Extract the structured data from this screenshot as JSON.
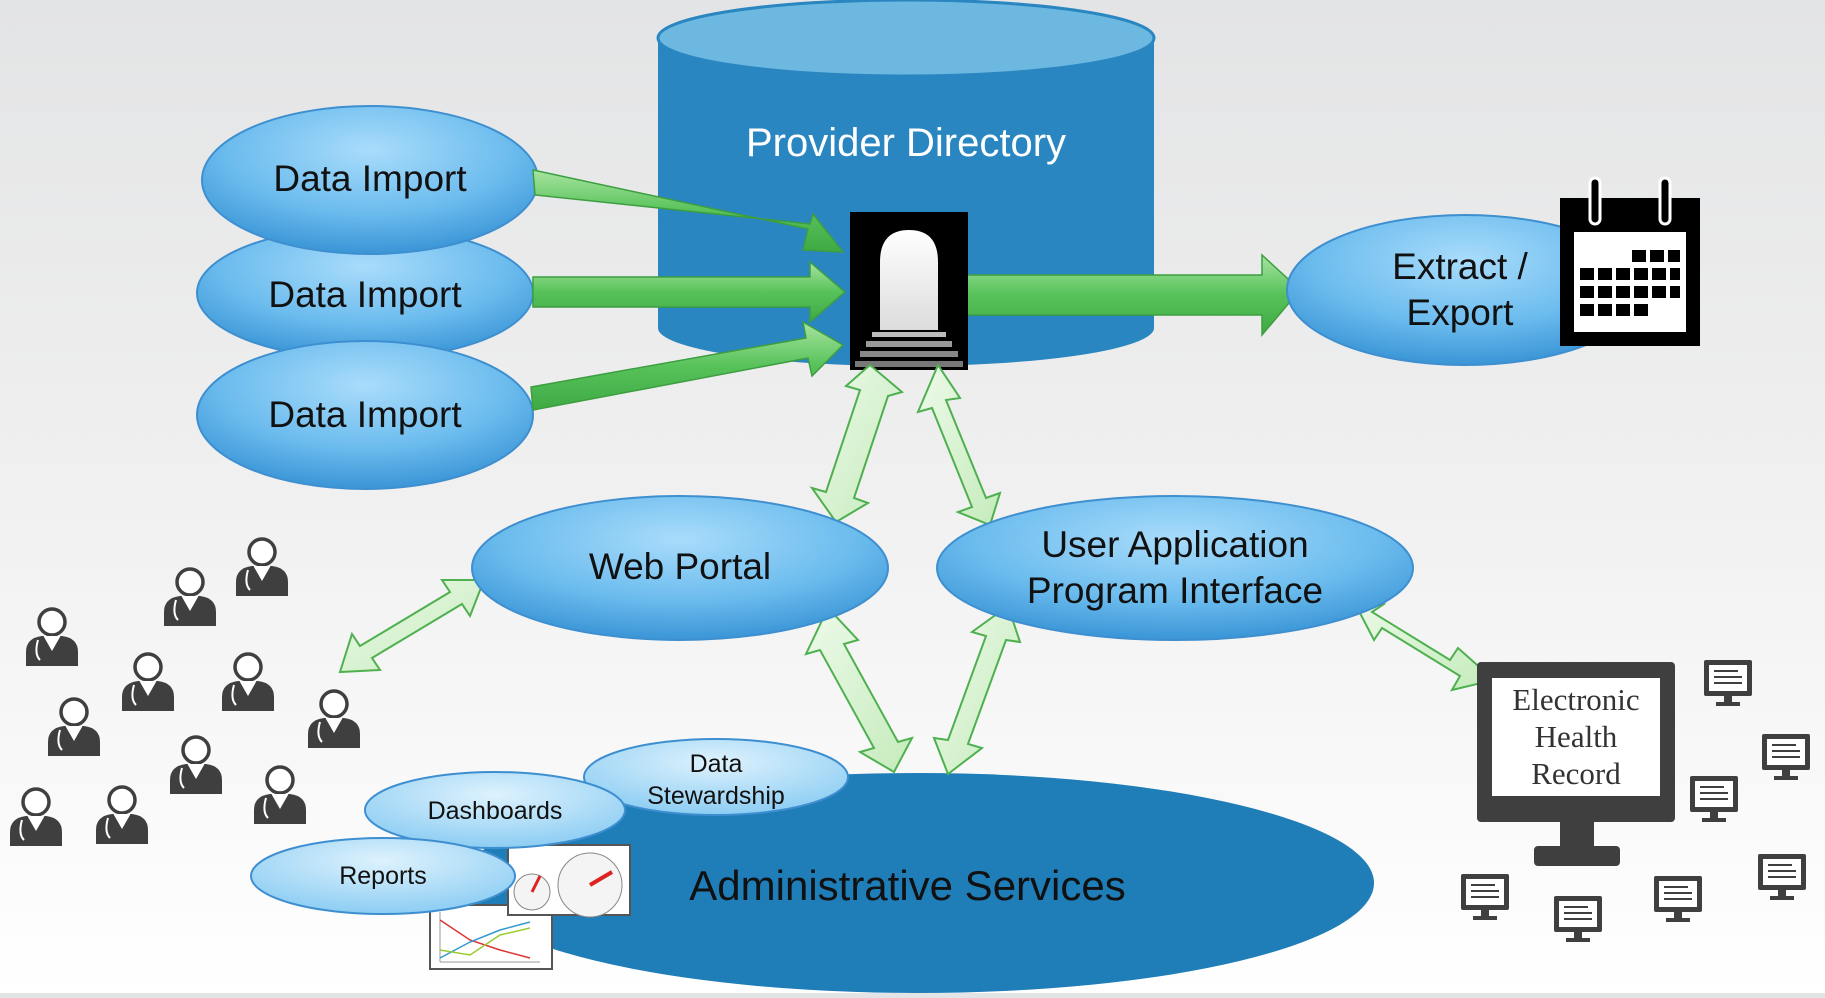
{
  "diagram": {
    "provider_directory": "Provider Directory",
    "data_imports": [
      "Data Import",
      "Data Import",
      "Data Import"
    ],
    "extract_export": [
      "Extract /",
      "Export"
    ],
    "web_portal": "Web Portal",
    "user_api": [
      "User Application",
      "Program Interface"
    ],
    "administrative_services": "Administrative Services",
    "data_stewardship": [
      "Data",
      "Stewardship"
    ],
    "dashboards": "Dashboards",
    "reports": "Reports",
    "ehr": [
      "Electronic",
      "Health",
      "Record"
    ]
  },
  "colors": {
    "cylinder": "#2a86c0",
    "cylinder_top": "#5fb0da",
    "ellipse_light": "#8fd0f8",
    "ellipse_dark": "#3d98d8",
    "arrow_fill": "#5dc95d",
    "arrow_light": "#d6f2cc",
    "admin": "#1f7db8",
    "icons": "#3f3f3f"
  }
}
